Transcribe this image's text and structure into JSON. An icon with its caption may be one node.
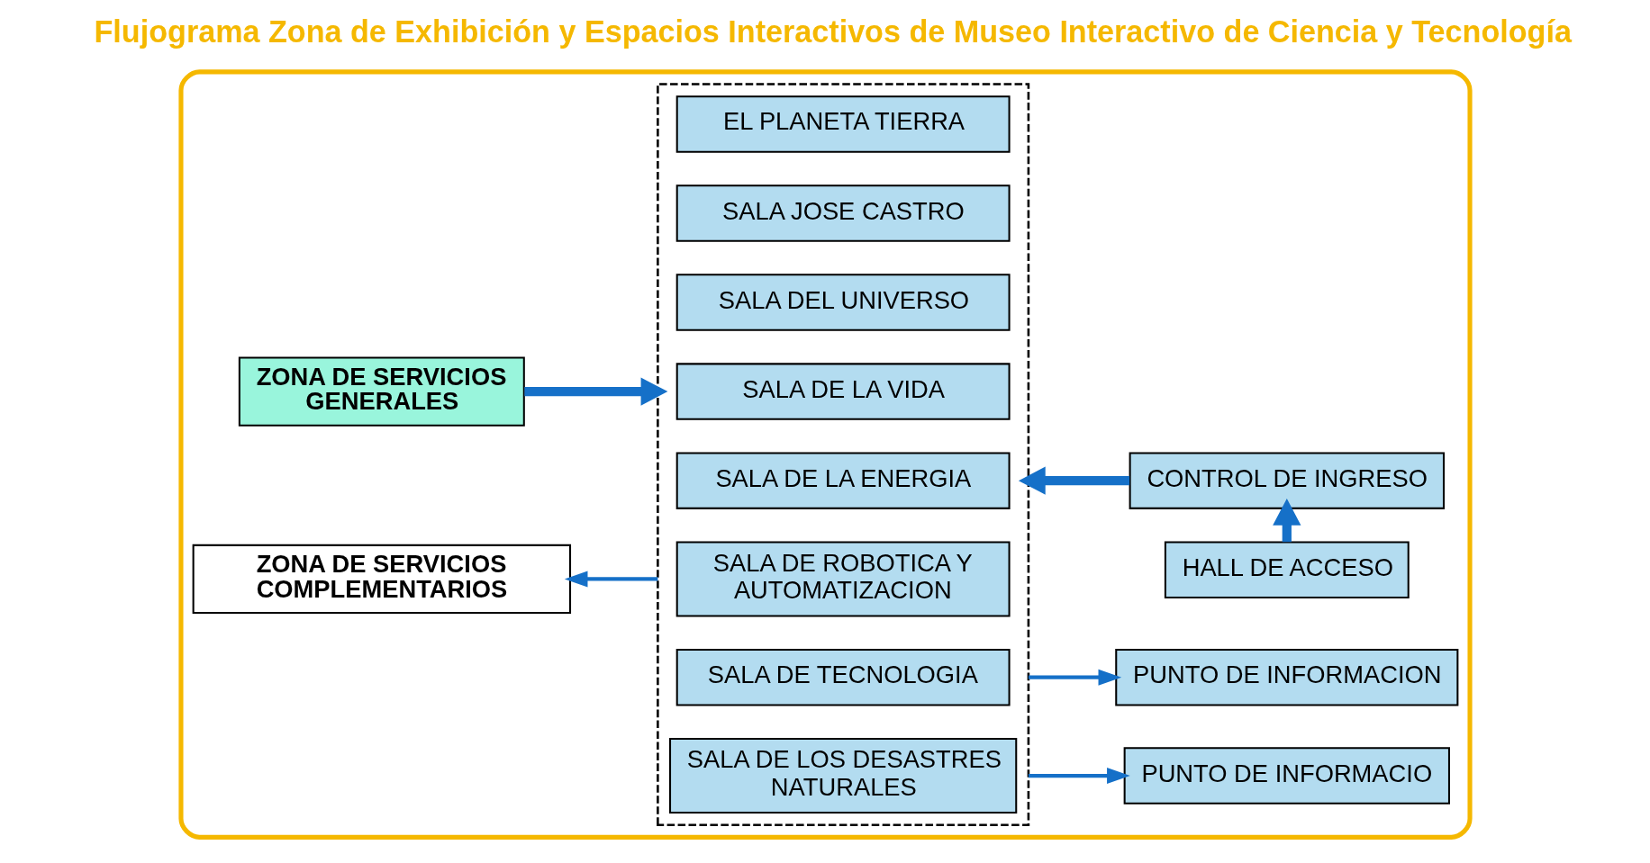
{
  "diagram": {
    "title": "Flujograma Zona de Exhibición y Espacios Interactivos de Museo Interactivo de Ciencia y Tecnología",
    "nodes": [
      {
        "text": [],
        "shape": "box"
      },
      {
        "text": [],
        "shape": "box",
        "in": 0
      },
      {
        "text": [
          "EL PLANETA TIERRA"
        ],
        "in": 1
      },
      {
        "text": [
          "SALA JOSE CASTRO"
        ],
        "in": 1
      },
      {
        "text": [
          "SALA DEL UNIVERSO"
        ],
        "in": 1
      },
      {
        "text": [
          "SALA DE LA VIDA"
        ],
        "in": 1
      },
      {
        "text": [
          "SALA DE LA ENERGIA"
        ],
        "in": 1
      },
      {
        "text": [
          "SALA DE ROBOTICA Y AUTOMATIZACION"
        ],
        "in": 1
      },
      {
        "text": [
          "SALA DE TECNOLOGIA"
        ],
        "in": 1
      },
      {
        "text": [
          "SALA DE LOS DESASTRES NATURALES"
        ],
        "in": 1
      },
      {
        "text": [
          "ZONA DE SERVICIOS GENERALES"
        ],
        "in": 0
      },
      {
        "text": [
          "HALL DE ACCESO"
        ],
        "in": 0
      },
      {
        "text": [
          "CONTROL DE INGRESO"
        ],
        "in": 0
      },
      {
        "text": [
          "ZONA DE SERVICIOS COMPLEMENTARIOS"
        ],
        "in": 0
      },
      {
        "text": [
          "PUNTO DE INFORMACION"
        ],
        "in": 0
      },
      {
        "text": [
          "PUNTO DE INFORMACIO"
        ],
        "in": 0
      }
    ],
    "edges": [
      {
        "from": 10,
        "to": 1,
        "arrow": "to",
        "style": "thick"
      },
      {
        "from": 11,
        "to": 12,
        "arrow": "to",
        "style": "thick"
      },
      {
        "from": 12,
        "to": 1,
        "arrow": "to",
        "style": "thick"
      },
      {
        "from": 1,
        "to": 13,
        "arrow": "to"
      },
      {
        "from": 1,
        "to": 14,
        "arrow": "to"
      },
      {
        "from": 1,
        "to": 15,
        "arrow": "to"
      }
    ]
  }
}
